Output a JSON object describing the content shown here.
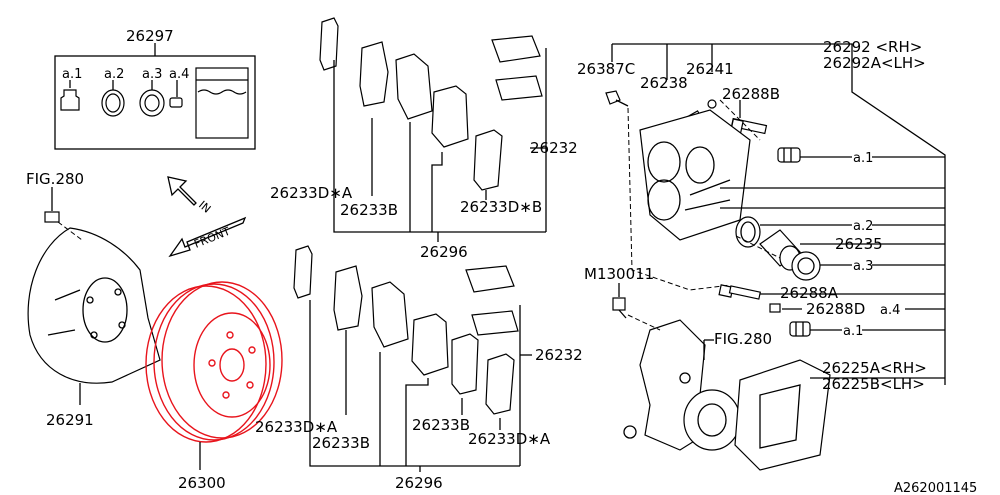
{
  "labels": {
    "kit": "26297",
    "kit_a1": "a.1",
    "kit_a2": "a.2",
    "kit_a3": "a.3",
    "kit_a4": "a.4",
    "fig280_left": "FIG.280",
    "in_arrow": "IN",
    "front_arrow": "FRONT",
    "backing_plate": "26291",
    "rotor": "26300",
    "shim_kit_top": "26296",
    "shim_kit_bottom": "26296",
    "pad_kit_top": "26232",
    "pad_kit_bottom": "26232",
    "shim_a_top": "26233D∗A",
    "shim_b_top": "26233B",
    "shim_db_top": "26233D∗B",
    "shim_a_bottom": "26233D∗A",
    "shim_b_bottom": "26233B",
    "shim_b_bottom2": "26233B",
    "shim_da_bottom": "26233D∗A",
    "bleeder_cap": "26387C",
    "bleeder": "26238",
    "pin_boot": "26241",
    "guide_pin": "26288B",
    "caliper_rh": "26292 <RH>",
    "caliper_lh": "26292A<LH>",
    "ref_a1_top": "a.1",
    "ref_a2": "a.2",
    "piston": "26235",
    "ref_a3": "a.3",
    "bolt": "M130011",
    "pin_a": "26288A",
    "pin_d": "26288D",
    "ref_a4": "a.4",
    "ref_a1_bottom": "a.1",
    "fig280_right": "FIG.280",
    "support_rh": "26225A<RH>",
    "support_lh": "26225B<LH>",
    "diagram_id": "A262001145"
  }
}
